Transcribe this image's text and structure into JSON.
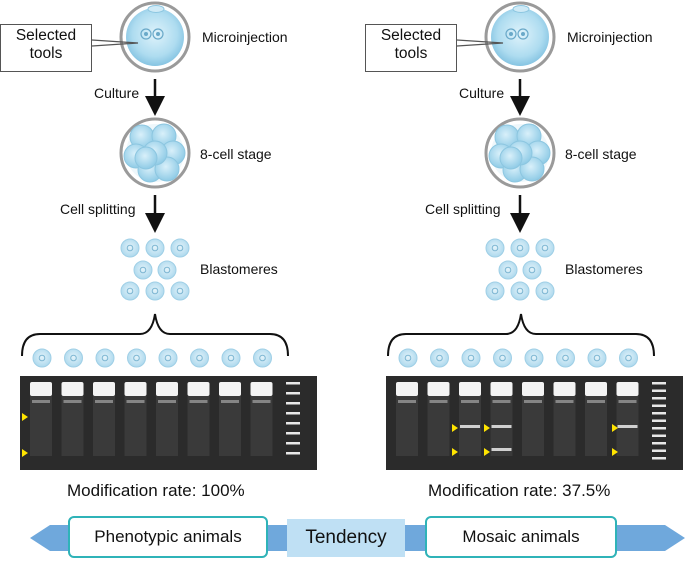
{
  "panels": [
    {
      "tools_label": "Selected\ntools",
      "microinjection": "Microinjection",
      "culture": "Culture",
      "eight_cell": "8-cell stage",
      "cell_splitting": "Cell splitting",
      "blastomeres": "Blastomeres",
      "modification_rate": "Modification rate: 100%"
    },
    {
      "tools_label": "Selected\ntools",
      "microinjection": "Microinjection",
      "culture": "Culture",
      "eight_cell": "8-cell stage",
      "cell_splitting": "Cell splitting",
      "blastomeres": "Blastomeres",
      "modification_rate": "Modification rate: 37.5%"
    }
  ],
  "bottom": {
    "left_label": "Phenotypic animals",
    "center_label": "Tendency",
    "right_label": "Mosaic animals"
  },
  "colors": {
    "cell_fill": "#bfe4f3",
    "cell_stroke": "#8cc6e0",
    "zona": "#9a9a9a",
    "gel_bg": "#2b2b2b",
    "band": "#f2f2f2",
    "marker_arrow": "#ffe400",
    "bar": "#6fa8dc",
    "pill_border": "#2fb3b8",
    "tendency_bg": "#bfe0f4"
  }
}
